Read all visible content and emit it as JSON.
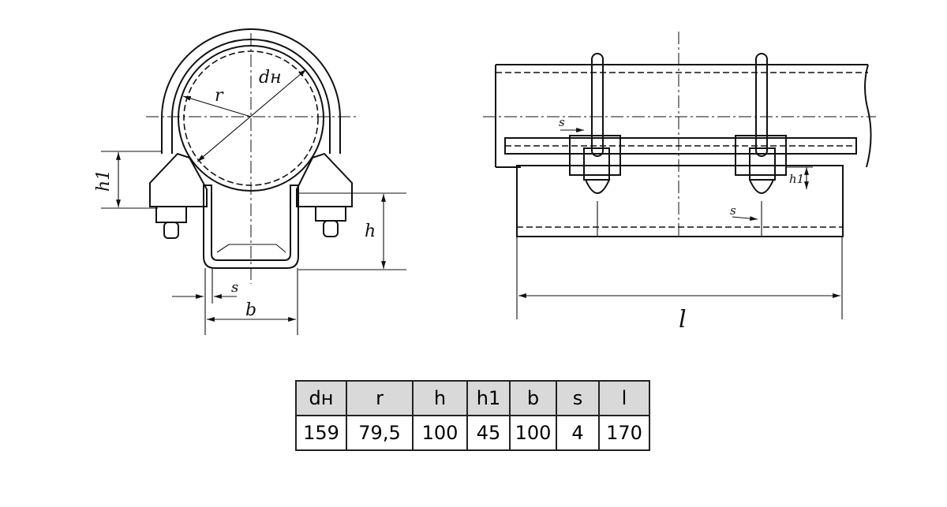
{
  "drawing": {
    "left_view_labels": {
      "dn": "dн",
      "r": "r",
      "h1": "h1",
      "h": "h",
      "s": "s",
      "b": "b"
    },
    "right_view_labels": {
      "s_top": "s",
      "h1": "h1",
      "s_bottom": "s",
      "l": "l"
    }
  },
  "table": {
    "headers": [
      "dн",
      "r",
      "h",
      "h1",
      "b",
      "s",
      "l"
    ],
    "values": [
      "159",
      "79,5",
      "100",
      "45",
      "100",
      "4",
      "170"
    ]
  }
}
